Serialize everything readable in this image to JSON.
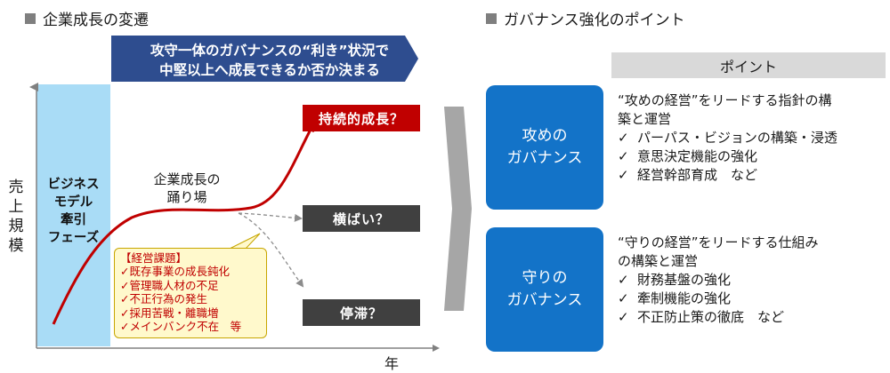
{
  "left_title": "企業成長の変遷",
  "right_title": "ガバナンス強化のポイント",
  "banner": [
    "攻守一体のガバナンスの“利き”状況で",
    "中堅以上へ成長できるか否か決まる"
  ],
  "axis": {
    "y_label": "売上規模",
    "x_label": "年"
  },
  "phase": [
    "ビジネス",
    "モデル",
    "牽引",
    "フェーズ"
  ],
  "plateau": [
    "企業成長の",
    "踊り場"
  ],
  "outcomes": {
    "sustained": "持続的成長？",
    "flat": "横ばい？",
    "stagnant": "停滞？"
  },
  "issues": {
    "title": "【経営課題】",
    "items": [
      "✓既存事業の成長鈍化",
      "✓管理職人材の不足",
      "✓不正行為の発生",
      "✓採用苦戦・離職増",
      "✓メインバンク不在　等"
    ]
  },
  "points_header": "ポイント",
  "governance": [
    {
      "name": [
        "攻めの",
        "ガバナンス"
      ],
      "lead": [
        "“攻めの経営”をリードする指針の構",
        "築と運営"
      ],
      "items": [
        "パーパス・ビジョンの構築・浸透",
        "意思決定機能の強化",
        "経営幹部育成　など"
      ]
    },
    {
      "name": [
        "守りの",
        "ガバナンス"
      ],
      "lead": [
        "“守りの経営”をリードする仕組み",
        "の構築と運営"
      ],
      "items": [
        "財務基盤の強化",
        "牽制機能の強化",
        "不正防止策の徹底　など"
      ]
    }
  ],
  "check_mark": "✓",
  "colors": {
    "phase_bg": "#a9dcf6",
    "banner": "#2e4d8f",
    "growth_curve": "#c00000",
    "gray_box": "#404040",
    "issues_bg": "#fff9cc",
    "governance_box": "#1373c8",
    "chevron": "#a6a6a6"
  }
}
